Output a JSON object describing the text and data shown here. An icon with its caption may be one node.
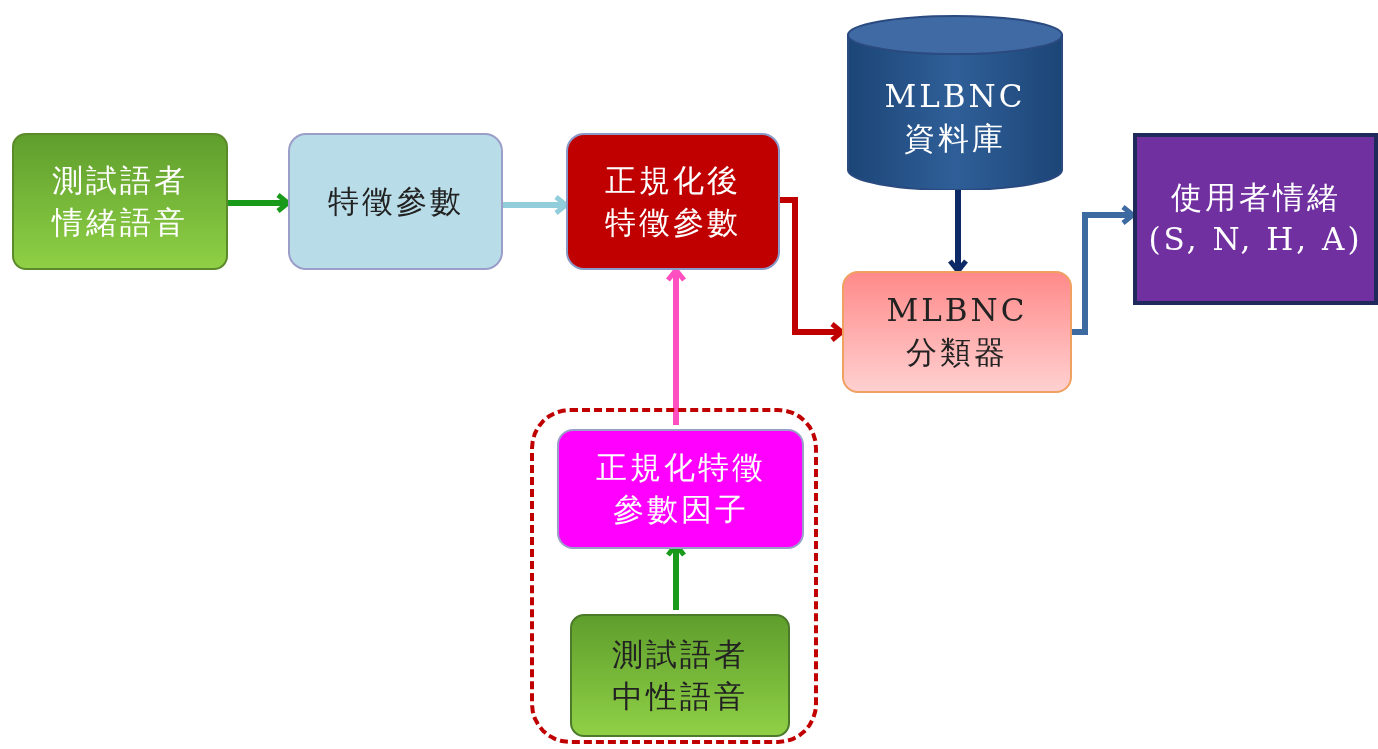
{
  "diagram": {
    "nodes": [
      {
        "text": [
          "測試語者情緒語音"
        ]
      },
      {
        "text": [
          "特徵參數"
        ]
      },
      {
        "text": [
          "正規化後特徵參數"
        ]
      },
      {
        "text": [
          "MLBNC 資料庫"
        ]
      },
      {
        "text": [
          "MLBNC 分類器"
        ]
      },
      {
        "text": [
          "使用者情緒 (S, N, H, A)"
        ]
      },
      {
        "text": [],
        "shape": "box"
      },
      {
        "text": [
          "正規化特徵參數因子"
        ],
        "in": 6
      },
      {
        "text": [
          "測試語者中性語音"
        ],
        "in": 6
      }
    ],
    "edges": [
      {
        "from": 0,
        "to": 1,
        "arrow": "to",
        "color": "#1a9a1a"
      },
      {
        "from": 1,
        "to": 2,
        "arrow": "to",
        "color": "#92cddc"
      },
      {
        "from": 2,
        "to": 4,
        "arrow": "to",
        "color": "#c00000"
      },
      {
        "from": 3,
        "to": 4,
        "arrow": "to",
        "color": "#0e2a66"
      },
      {
        "from": 4,
        "to": 5,
        "arrow": "to",
        "color": "#3d6aa0"
      },
      {
        "from": 7,
        "to": 2,
        "arrow": "to",
        "color": "#ff4fc0"
      },
      {
        "from": 8,
        "to": 7,
        "arrow": "to",
        "color": "#1a9a1a"
      }
    ]
  }
}
